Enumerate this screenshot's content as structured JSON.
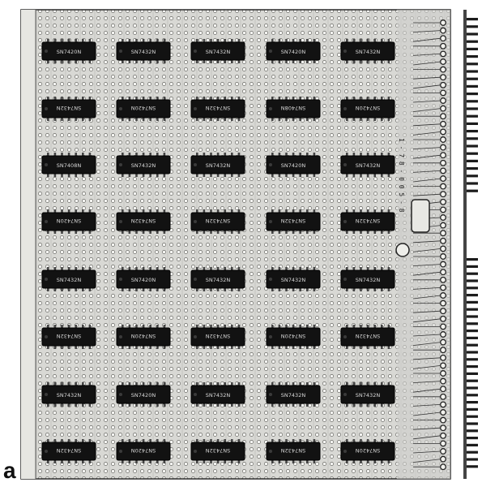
{
  "figure": {
    "panel_letter": "a",
    "board_number": "1 - 7 8 - 0 0 5 - 8"
  },
  "chips": {
    "row_markings": [
      [
        "SN7420N",
        "SN7432N",
        "SN7432N",
        "SN7420N",
        "SN7432N"
      ],
      [
        "SN7432N",
        "SN7420N",
        "SN7432N",
        "SN7408N",
        "SN7420N"
      ],
      [
        "SN7408N",
        "SN7432N",
        "SN7432N",
        "SN7420N",
        "SN7432N"
      ],
      [
        "SN7420N",
        "SN7432N",
        "SN7432N",
        "SN7432N",
        "SN7432N"
      ],
      [
        "SN7432N",
        "SN7420N",
        "SN7432N",
        "SN7432N",
        "SN7432N"
      ],
      [
        "SN7432N",
        "SN7420N",
        "SN7432N",
        "SN7420N",
        "SN7432N"
      ],
      [
        "SN7432N",
        "SN7420N",
        "SN7432N",
        "SN7432N",
        "SN7432N"
      ],
      [
        "SN7432N",
        "SN7420N",
        "SN7432N",
        "SN7432N",
        "SN7420N"
      ]
    ]
  }
}
